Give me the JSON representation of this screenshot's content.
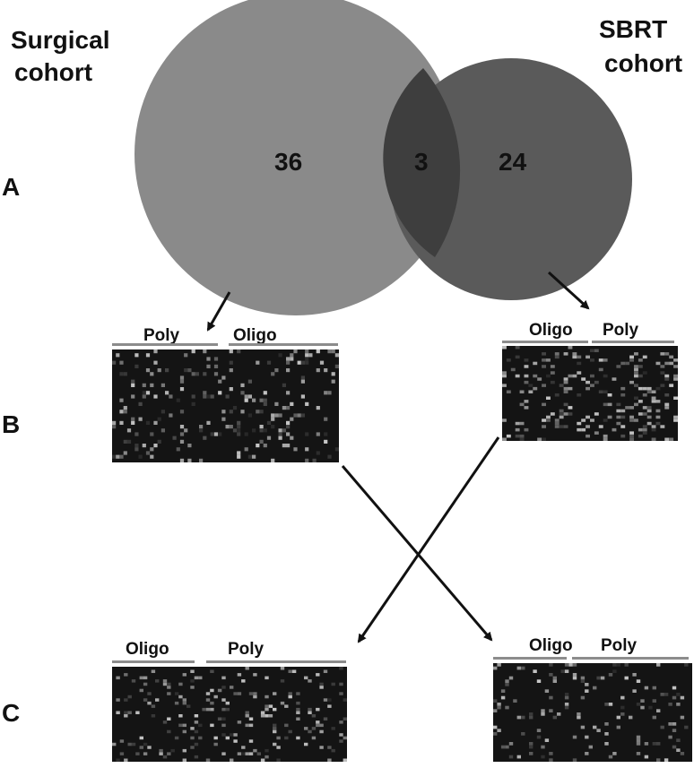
{
  "cohorts": {
    "surgical": {
      "label_line1": "Surgical",
      "label_line2": "cohort",
      "color": "#8a8a8a"
    },
    "sbrt": {
      "label_line1": "SBRT",
      "label_line2": "cohort",
      "color": "#5a5a5a"
    }
  },
  "venn": {
    "surgical_only": "36",
    "overlap": "3",
    "sbrt_only": "24",
    "overlap_color": "#3e3e3e"
  },
  "panels": {
    "a": "A",
    "b": "B",
    "c": "C"
  },
  "heatmaps": {
    "b_left": {
      "group1": "Poly",
      "group2": "Oligo"
    },
    "b_right": {
      "group1": "Oligo",
      "group2": "Poly"
    },
    "c_left": {
      "group1": "Oligo",
      "group2": "Poly"
    },
    "c_right": {
      "group1": "Oligo",
      "group2": "Poly"
    }
  },
  "colors": {
    "heatmap_bg": "#141414",
    "bar": "#8c8c8c",
    "arrow": "#111111"
  }
}
